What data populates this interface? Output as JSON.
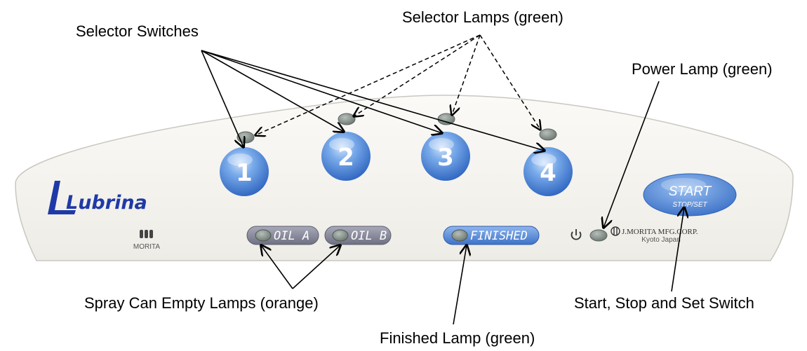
{
  "brand": {
    "logo_text": "Lubrina",
    "maker_logo_text": "MORITA"
  },
  "maker": {
    "name": "J.MORITA MFG.CORP.",
    "location": "Kyoto Japan"
  },
  "selector_switches": [
    {
      "number": "1"
    },
    {
      "number": "2"
    },
    {
      "number": "3"
    },
    {
      "number": "4"
    }
  ],
  "indicators": {
    "oil_a": "OIL A",
    "oil_b": "OIL B",
    "finished": "FINISHED"
  },
  "start_button": {
    "label": "START",
    "sublabel": "STOP/SET"
  },
  "callouts": {
    "selector_switches": "Selector Switches",
    "selector_lamps": "Selector Lamps (green)",
    "power_lamp": "Power Lamp (green)",
    "spray_can_empty_lamps": "Spray Can Empty Lamps (orange)",
    "start_stop_set_switch": "Start, Stop and Set Switch",
    "finished_lamp": "Finished Lamp (green)"
  },
  "colors": {
    "button_blue": "#4a86d8",
    "lamp_off": "#7f8a84",
    "panel": "#f7f6f2",
    "brand_blue": "#1f3aa6"
  }
}
